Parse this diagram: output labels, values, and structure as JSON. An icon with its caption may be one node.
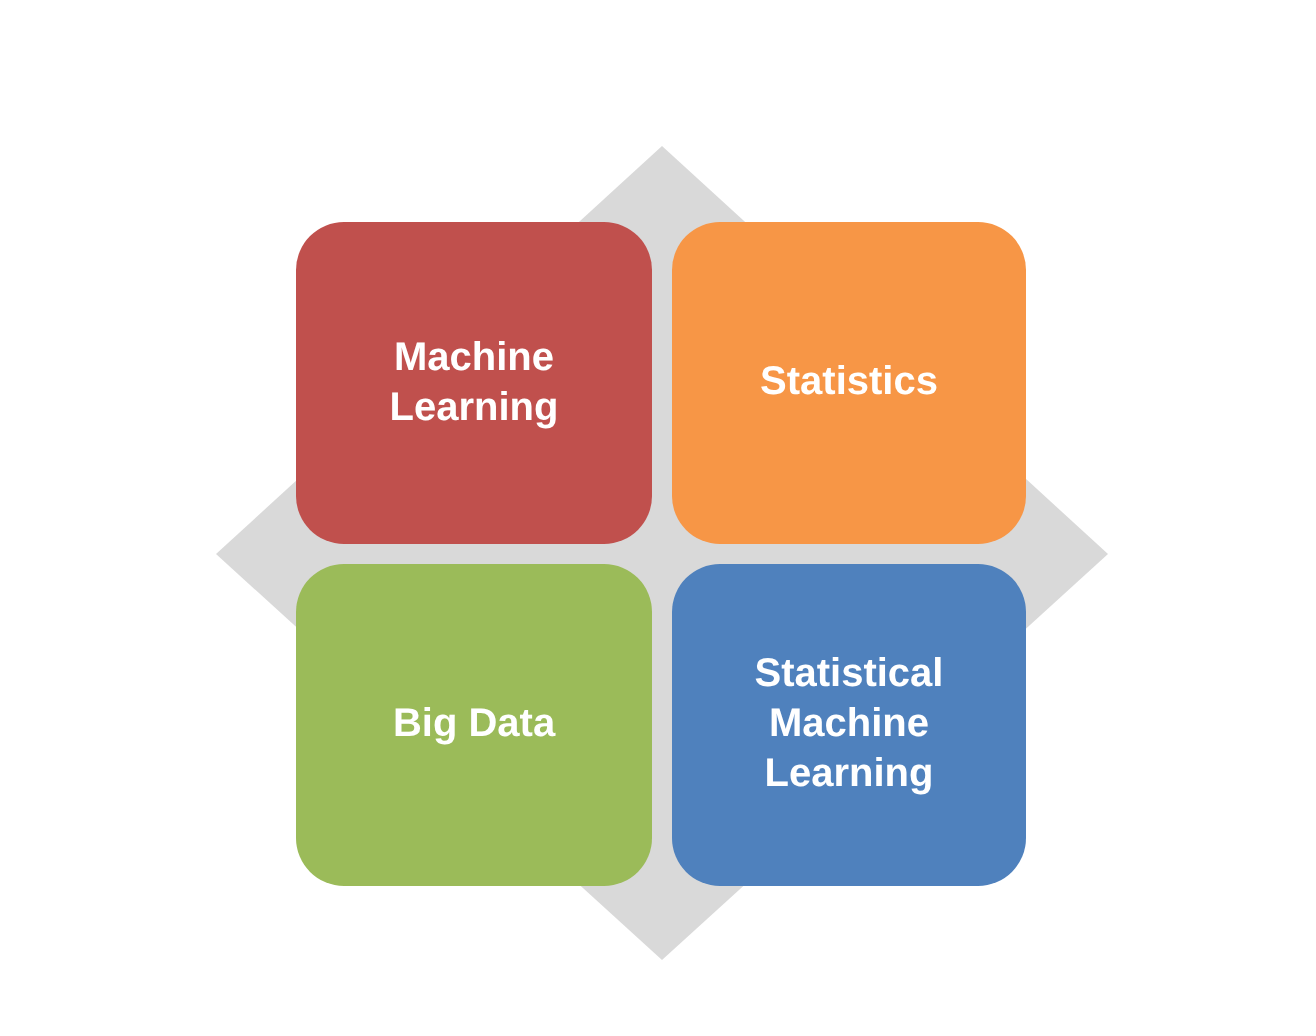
{
  "diagram": {
    "nodes": [
      {
        "text": [
          "Machine Learning"
        ]
      },
      {
        "text": [
          "Statistics"
        ]
      },
      {
        "text": [
          "Big Data"
        ]
      },
      {
        "text": [
          "Statistical Machine Learning"
        ]
      }
    ]
  }
}
